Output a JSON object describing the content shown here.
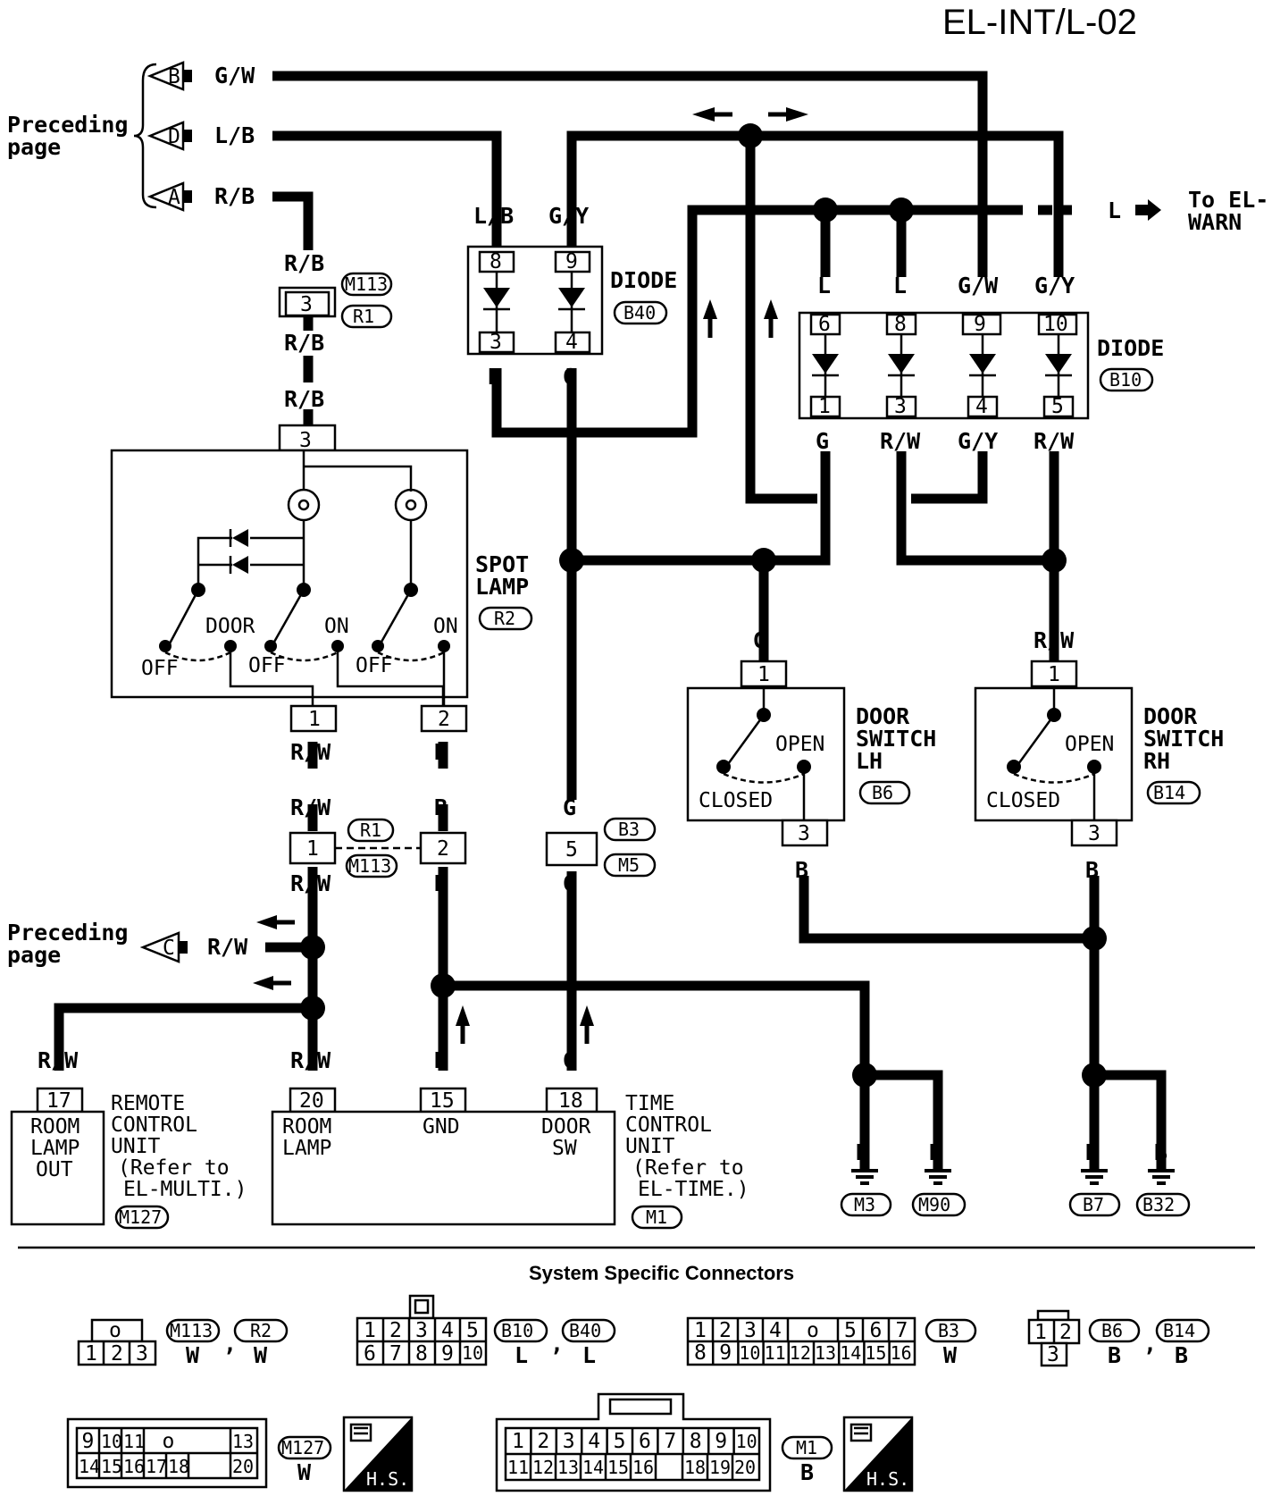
{
  "header": {
    "page_code": "EL-INT/L-02"
  },
  "preceding": {
    "label_line1": "Preceding",
    "label_line2": "page",
    "connectors": [
      {
        "letter": "B",
        "wire": "G/W"
      },
      {
        "letter": "D",
        "wire": "L/B"
      },
      {
        "letter": "A",
        "wire": "R/B"
      },
      {
        "letter": "C",
        "wire": "R/W"
      }
    ]
  },
  "wires": {
    "rb": "R/B",
    "lb": "L/B",
    "gy": "G/Y",
    "l": "L",
    "g": "G",
    "gw": "G/W",
    "rw": "R/W",
    "b": "B"
  },
  "to_warn": {
    "line1": "To EL-",
    "line2": "WARN"
  },
  "connectors": {
    "m113": "M113",
    "r1": "R1",
    "r2": "R2",
    "b40": "B40",
    "b10": "B10",
    "b3": "B3",
    "m5": "M5",
    "b6": "B6",
    "b14": "B14",
    "m127": "M127",
    "m1": "M1",
    "m3": "M3",
    "m90": "M90",
    "b7": "B7",
    "b32": "B32"
  },
  "pins": {
    "p1": "1",
    "p2": "2",
    "p3": "3",
    "p4": "4",
    "p5": "5",
    "p6": "6",
    "p8": "8",
    "p9": "9",
    "p10": "10",
    "p15": "15",
    "p17": "17",
    "p18": "18",
    "p20": "20"
  },
  "components": {
    "diode": "DIODE",
    "spot_lamp": {
      "line1": "SPOT",
      "line2": "LAMP"
    },
    "switch": {
      "door": "DOOR",
      "on": "ON",
      "off": "OFF"
    },
    "door_switch": {
      "line1": "DOOR",
      "line2": "SWITCH",
      "lh": "LH",
      "rh": "RH",
      "open": "OPEN",
      "closed": "CLOSED"
    },
    "remote": {
      "terminal": [
        "ROOM",
        "LAMP",
        "OUT"
      ],
      "name": [
        "REMOTE",
        "CONTROL",
        "UNIT",
        "(Refer to",
        "EL-MULTI.)"
      ]
    },
    "time_unit": {
      "room_lamp": [
        "ROOM",
        "LAMP"
      ],
      "gnd": "GND",
      "door_sw": [
        "DOOR",
        "SW"
      ],
      "name": [
        "TIME",
        "CONTROL",
        "UNIT",
        "(Refer to",
        "EL-TIME.)"
      ]
    }
  },
  "system_connectors": {
    "title": "System Specific Connectors",
    "conn_a": {
      "top": [
        "o"
      ],
      "bottom": [
        "1",
        "2",
        "3"
      ],
      "ids": [
        "M113",
        "R2"
      ],
      "colors": [
        "W",
        "W"
      ]
    },
    "conn_b": {
      "top": [
        "1",
        "2",
        "3",
        "4",
        "5"
      ],
      "bottom": [
        "6",
        "7",
        "8",
        "9",
        "10"
      ],
      "ids": [
        "B10",
        "B40"
      ],
      "colors": [
        "L",
        "L"
      ]
    },
    "conn_c": {
      "top": [
        "1",
        "2",
        "3",
        "4",
        "o",
        "5",
        "6",
        "7"
      ],
      "bottom": [
        "8",
        "9",
        "10",
        "11",
        "12",
        "13",
        "14",
        "15",
        "16"
      ],
      "ids": [
        "B3"
      ],
      "colors": [
        "W"
      ]
    },
    "conn_d": {
      "top": [
        "1",
        "2"
      ],
      "bottom": [
        "3"
      ],
      "ids": [
        "B6",
        "B14"
      ],
      "colors": [
        "B",
        "B"
      ]
    },
    "conn_e": {
      "top": [
        "9",
        "10",
        "11",
        "o",
        "13"
      ],
      "bottom": [
        "14",
        "15",
        "16",
        "17",
        "18",
        "20"
      ],
      "ids": [
        "M127"
      ],
      "colors": [
        "W"
      ]
    },
    "conn_f": {
      "top": [
        "1",
        "2",
        "3",
        "4",
        "5",
        "6",
        "7",
        "8",
        "9",
        "10"
      ],
      "bottom": [
        "11",
        "12",
        "13",
        "14",
        "15",
        "16",
        "18",
        "19",
        "20"
      ],
      "ids": [
        "M1"
      ],
      "colors": [
        "B"
      ]
    },
    "hs": "H.S."
  }
}
